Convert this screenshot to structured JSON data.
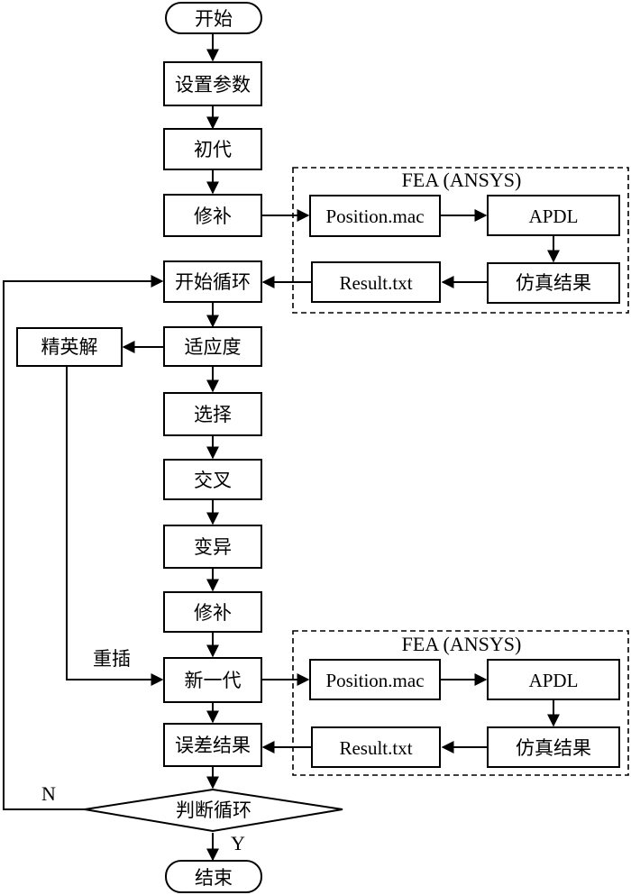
{
  "nodes": {
    "start": "开始",
    "set_params": "设置参数",
    "initial": "初代",
    "repair1": "修补",
    "loop_start": "开始循环",
    "fitness": "适应度",
    "elite": "精英解",
    "select": "选择",
    "crossover": "交叉",
    "mutation": "变异",
    "repair2": "修补",
    "new_gen": "新一代",
    "error_result": "误差结果",
    "loop_check": "判断循环",
    "end": "结束"
  },
  "fea_top": {
    "title": "FEA (ANSYS)",
    "position": "Position.mac",
    "apdl": "APDL",
    "sim": "仿真结果",
    "result": "Result.txt"
  },
  "fea_bottom": {
    "title": "FEA (ANSYS)",
    "position": "Position.mac",
    "apdl": "APDL",
    "sim": "仿真结果",
    "result": "Result.txt"
  },
  "edge_labels": {
    "reinsert": "重插",
    "no": "N",
    "yes": "Y"
  },
  "colors": {
    "stroke": "#000000",
    "fill": "#ffffff"
  }
}
